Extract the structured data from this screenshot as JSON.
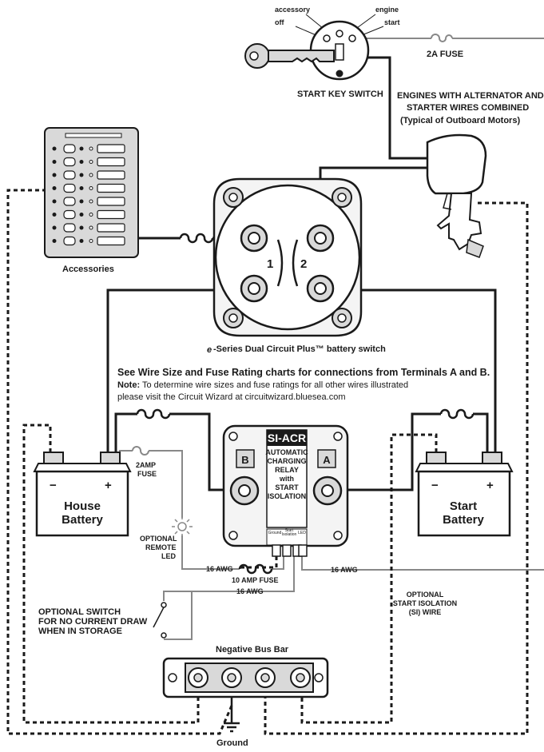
{
  "key_switch": {
    "accessory_label": "accessory",
    "off_label": "off",
    "engine_label": "engine",
    "start_label": "start",
    "title": "START KEY SWITCH"
  },
  "fuse_2a": "2A FUSE",
  "engine_note": {
    "line1": "ENGINES WITH ALTERNATOR AND",
    "line2": "STARTER WIRES COMBINED",
    "line3": "(Typical of Outboard Motors)"
  },
  "accessories_label": "Accessories",
  "battery_switch": {
    "terminal_1": "1",
    "terminal_2": "2",
    "caption_logo": "e",
    "caption": "-Series Dual Circuit Plus™ battery switch"
  },
  "notes": {
    "headline": "See Wire Size and Fuse Rating charts for connections from Terminals A and B.",
    "note_label": "Note:",
    "note_line1": " To determine wire sizes and fuse ratings for all other wires illustrated",
    "note_line2": "please visit the Circuit Wizard at circuitwizard.bluesea.com"
  },
  "relay": {
    "title": "SI-ACR",
    "line1": "AUTOMATIC",
    "line2": "CHARGING",
    "line3": "RELAY",
    "line4": "with",
    "line5": "START",
    "line6": "ISOLATION",
    "terminal_b": "B",
    "terminal_a": "A",
    "pin_ground": "Ground",
    "pin_start": "Start",
    "pin_isolation": "Isolation",
    "pin_led": "LED"
  },
  "house_battery": {
    "line1": "House",
    "line2": "Battery",
    "minus": "−",
    "plus": "+"
  },
  "start_battery": {
    "line1": "Start",
    "line2": "Battery",
    "minus": "−",
    "plus": "+"
  },
  "fuse_2amp": {
    "line1": "2AMP",
    "line2": "FUSE"
  },
  "remote_led": {
    "line1": "OPTIONAL",
    "line2": "REMOTE",
    "line3": "LED"
  },
  "wire_labels": {
    "awg_top_left": "16 AWG",
    "awg_top_right": "16 AWG",
    "awg_bottom": "16 AWG",
    "fuse_10a": "10 AMP FUSE"
  },
  "optional_switch": {
    "line1": "OPTIONAL SWITCH",
    "line2": "FOR NO CURRENT DRAW",
    "line3": "WHEN IN STORAGE"
  },
  "si_wire": {
    "line1": "OPTIONAL",
    "line2": "START ISOLATION",
    "line3": "(SI) WIRE"
  },
  "bus_bar_label": "Negative Bus Bar",
  "ground_label": "Ground",
  "colors": {
    "ink": "#1a1a1a",
    "thin_wire": "#888888",
    "panel_fill": "#d9d9d9"
  }
}
